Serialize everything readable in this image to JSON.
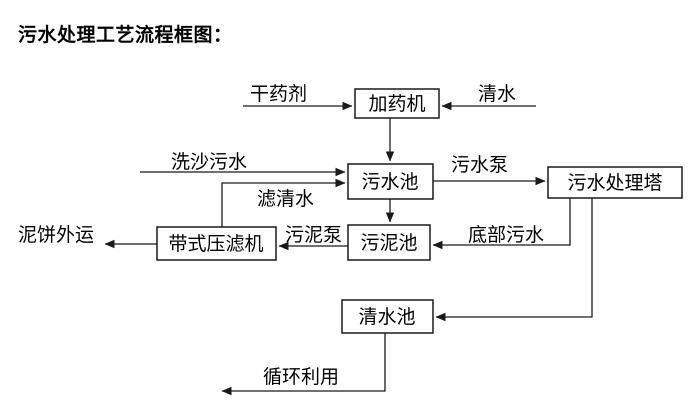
{
  "title": "污水处理工艺流程框图：",
  "diagram": {
    "nodes": {
      "dosing_machine": "加药机",
      "sewage_pool": "污水池",
      "treatment_tower": "污水处理塔",
      "sludge_pool": "污泥池",
      "belt_filter_press": "带式压滤机",
      "clean_water_pool": "清水池"
    },
    "labels": {
      "dry_agent": "干药剂",
      "clean_water_in": "清水",
      "sand_washing_sewage": "洗沙污水",
      "filtered_water": "滤清水",
      "sewage_pump": "污水泵",
      "bottom_sewage": "底部污水",
      "sludge_pump": "污泥泵",
      "mud_cake_out": "泥饼外运",
      "recycle": "循环利用"
    },
    "colors": {
      "line": "#1a1a1a",
      "background": "#ffffff",
      "text": "#000000"
    }
  }
}
